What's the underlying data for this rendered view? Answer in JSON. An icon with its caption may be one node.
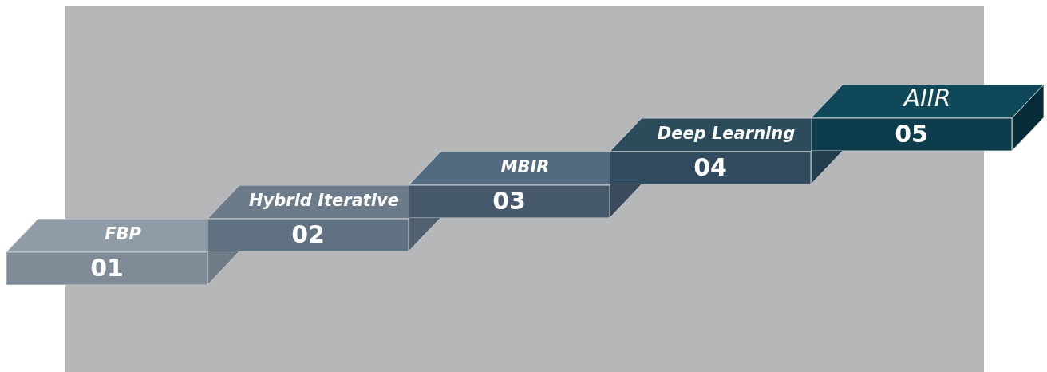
{
  "diagram": {
    "nodes": [
      {
        "text": [
          "FBP",
          "01"
        ]
      },
      {
        "text": [
          "Hybrid Iterative",
          "02"
        ]
      },
      {
        "text": [
          "MBIR",
          "03"
        ]
      },
      {
        "text": [
          "Deep Learning",
          "04"
        ]
      },
      {
        "text": [
          "AIIR",
          "05"
        ]
      }
    ]
  }
}
